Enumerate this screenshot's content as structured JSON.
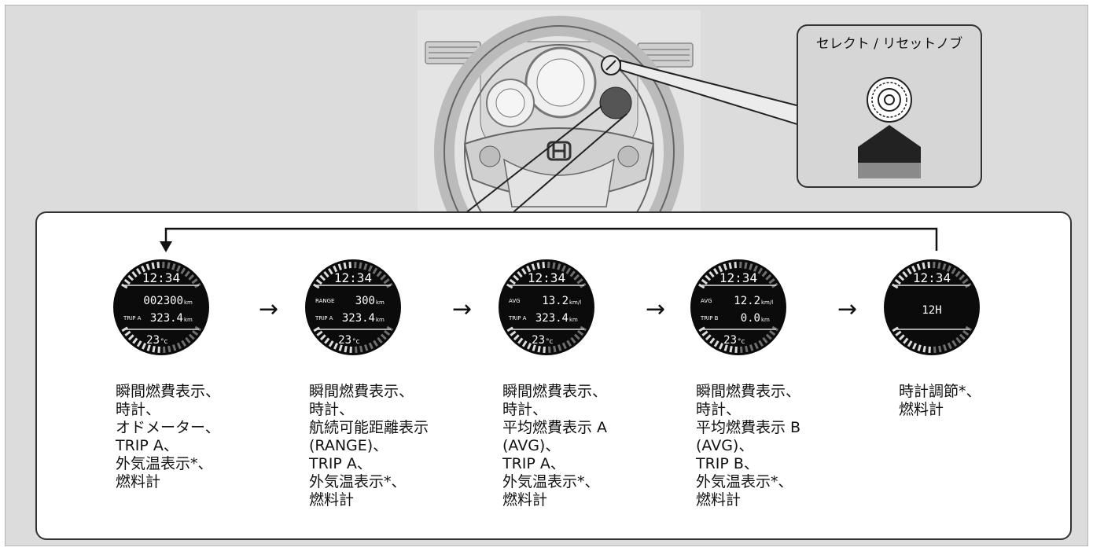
{
  "callout": {
    "label": "セレクト / リセットノブ"
  },
  "screens": [
    {
      "clock": "12:34",
      "row1_label": "",
      "row1_value": "002300",
      "row1_unit": "km",
      "row2_label": "TRIP A",
      "row2_value": "323.4",
      "row2_unit": "km",
      "temp": "23",
      "temp_unit": "°c",
      "caption": [
        "瞬間燃費表示、",
        "時計、",
        "オドメーター、",
        "TRIP A、",
        "外気温表示*、",
        "燃料計"
      ]
    },
    {
      "clock": "12:34",
      "row1_label": "RANGE",
      "row1_value": "300",
      "row1_unit": "km",
      "row2_label": "TRIP A",
      "row2_value": "323.4",
      "row2_unit": "km",
      "temp": "23",
      "temp_unit": "°c",
      "caption": [
        "瞬間燃費表示、",
        "時計、",
        "航続可能距離表示",
        "(RANGE)、",
        "TRIP A、",
        "外気温表示*、",
        "燃料計"
      ]
    },
    {
      "clock": "12:34",
      "row1_label": "AVG",
      "row1_value": "13.2",
      "row1_unit": "km/l",
      "row2_label": "TRIP A",
      "row2_value": "323.4",
      "row2_unit": "km",
      "temp": "23",
      "temp_unit": "°c",
      "caption": [
        "瞬間燃費表示、",
        "時計、",
        "平均燃費表示 A",
        "(AVG)、",
        "TRIP A、",
        "外気温表示*、",
        "燃料計"
      ]
    },
    {
      "clock": "12:34",
      "row1_label": "AVG",
      "row1_value": "12.2",
      "row1_unit": "km/l",
      "row2_label": "TRIP B",
      "row2_value": "0.0",
      "row2_unit": "km",
      "temp": "23",
      "temp_unit": "°c",
      "caption": [
        "瞬間燃費表示、",
        "時計、",
        "平均燃費表示 B",
        "(AVG)、",
        "TRIP B、",
        "外気温表示*、",
        "燃料計"
      ]
    },
    {
      "clock": "12:34",
      "row1_label": "",
      "row1_value": "",
      "row1_unit": "",
      "row2_label": "",
      "row2_value": "12H",
      "row2_unit": "",
      "temp": "",
      "temp_unit": "",
      "caption": [
        "時計調節*、",
        "燃料計"
      ]
    }
  ],
  "arrows": [
    "→",
    "→",
    "→",
    "→"
  ]
}
